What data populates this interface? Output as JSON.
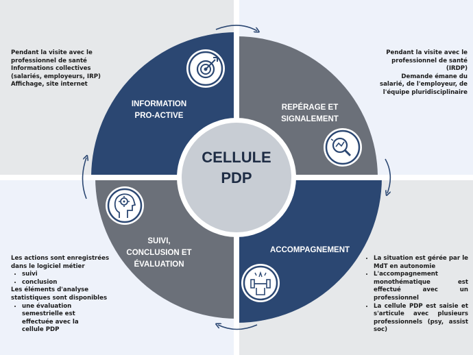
{
  "center": {
    "line1": "CELLULE",
    "line2": "PDP"
  },
  "segments": {
    "information": {
      "line1": "INFORMATION",
      "line2": "PRO-ACTIVE",
      "icon": "target-icon"
    },
    "reperage": {
      "line1": "REPÉRAGE ET",
      "line2": "SIGNALEMENT",
      "icon": "search-analysis-icon"
    },
    "accompagnement": {
      "line1": "ACCOMPAGNEMENT",
      "icon": "strength-icon"
    },
    "suivi": {
      "line1": "SUIVI,",
      "line2": "CONCLUSION ET",
      "line3": "ÉVALUATION",
      "icon": "head-gear-icon"
    }
  },
  "notes": {
    "top_left": [
      "Pendant la visite avec le",
      "professionnel de santé",
      "Informations collectives",
      "(salariés, employeurs, IRP)",
      "Affichage, site internet"
    ],
    "top_right": [
      "Pendant la visite avec le",
      "professionnel de santé",
      "(IRDP)",
      "Demande émane du",
      "salarié, de l'employeur, de",
      "l'équipe pluridisciplinaire"
    ],
    "bottom_left": {
      "intro1": "Les actions sont enregistrées",
      "intro2": "dans le logiciel métier",
      "items1": [
        "suivi",
        "conclusion"
      ],
      "intro3": "Les éléments d'analyse",
      "intro4": "statistiques sont disponibles",
      "items2": [
        "une évaluation semestrielle est effectuée avec la cellule PDP"
      ]
    },
    "bottom_right": [
      "La situation est gérée par le MdT en autonomie",
      "L'accompagnement monothématique est effectué avec un professionnel",
      "La cellule PDP est saisie et s'articule avec plusieurs professionnels (psy, assist soc)"
    ]
  },
  "colors": {
    "navy": "#2b4772",
    "gray": "#6b7079",
    "center": "#c8cdd4",
    "arrow": "#2b4772"
  }
}
